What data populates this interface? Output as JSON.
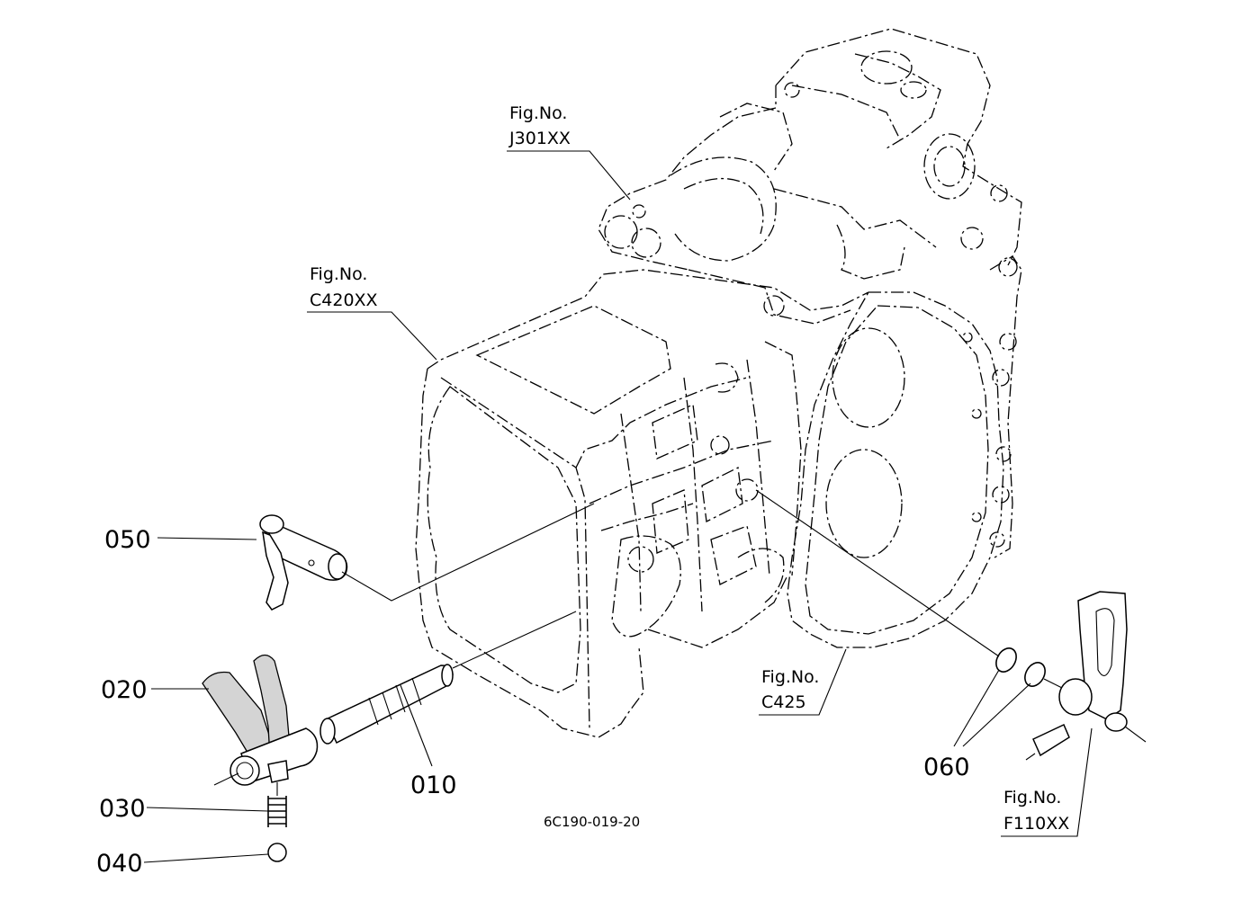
{
  "callouts": {
    "ref_j301": {
      "fig": "Fig.No.",
      "code": "J301XX"
    },
    "ref_c420": {
      "fig": "Fig.No.",
      "code": "C420XX"
    },
    "ref_c425": {
      "fig": "Fig.No.",
      "code": "C425"
    },
    "ref_f110": {
      "fig": "Fig.No.",
      "code": "F110XX"
    }
  },
  "parts": {
    "p050": "050",
    "p020": "020",
    "p010": "010",
    "p030": "030",
    "p040": "040",
    "p060": "060"
  },
  "drawing_code": "6C190-019-20"
}
